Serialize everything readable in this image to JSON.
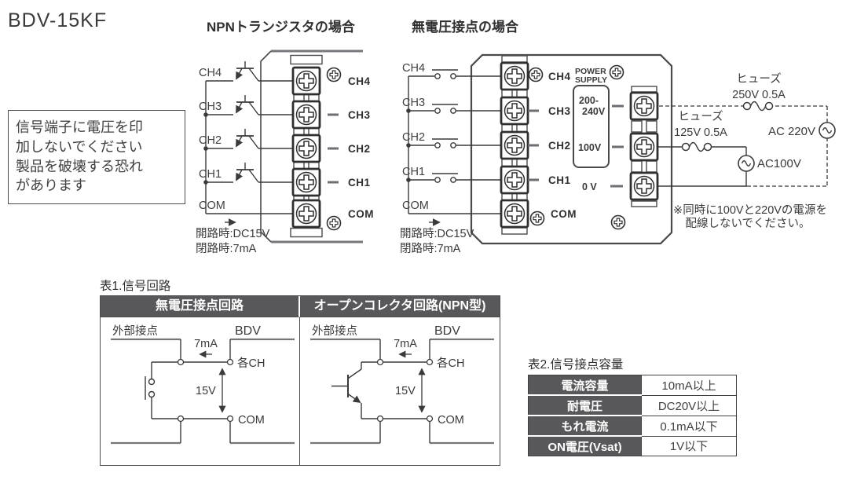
{
  "title": "BDV-15KF",
  "warning": {
    "line1": "信号端子に電圧を印",
    "line2": "加しないでください",
    "line3": "製品を破壊する恐れ",
    "line4": "があります"
  },
  "npn": {
    "title": "NPNトランジスタの場合",
    "wire_labels": [
      "CH4",
      "CH3",
      "CH2",
      "CH1",
      "COM"
    ],
    "terminal_labels": [
      "CH4",
      "CH3",
      "CH2",
      "CH1",
      "COM"
    ],
    "open_note": "開路時:DC15V",
    "close_note": "閉路時:7mA"
  },
  "dry": {
    "title": "無電圧接点の場合",
    "wire_labels": [
      "CH4",
      "CH3",
      "CH2",
      "CH1",
      "COM"
    ],
    "terminal_labels": [
      "CH4",
      "CH3",
      "CH2",
      "CH1",
      "COM"
    ],
    "power_line1": "POWER",
    "power_line2": "SUPPLY",
    "range_high1": "200-",
    "range_high2": "240V",
    "range_low": "100V",
    "zero": "0 V",
    "fuse_high": {
      "name": "ヒューズ",
      "rating": "250V 0.5A"
    },
    "fuse_low": {
      "name": "ヒューズ",
      "rating": "125V 0.5A"
    },
    "ac_high": "AC 220V",
    "ac_low": "AC100V",
    "open_note": "開路時:DC15V",
    "close_note": "閉路時:7mA",
    "note1": "※同時に100Vと220Vの電源を",
    "note2": "配線しないでください。"
  },
  "table1": {
    "title": "表1.信号回路",
    "headers": [
      "無電圧接点回路",
      "オープンコレクタ回路(NPN型)"
    ],
    "labels": {
      "external": "外部接点",
      "bdv": "BDV",
      "current": "7mA",
      "each_ch": "各CH",
      "voltage": "15V",
      "com": "COM"
    }
  },
  "table2": {
    "title": "表2.信号接点容量",
    "rows": [
      {
        "label": "電流容量",
        "value": "10mA以上"
      },
      {
        "label": "耐電圧",
        "value": "DC20V以上"
      },
      {
        "label": "もれ電流",
        "value": "0.1mA以下"
      },
      {
        "label": "ON電圧(Vsat)",
        "value": "1V以下"
      }
    ]
  }
}
